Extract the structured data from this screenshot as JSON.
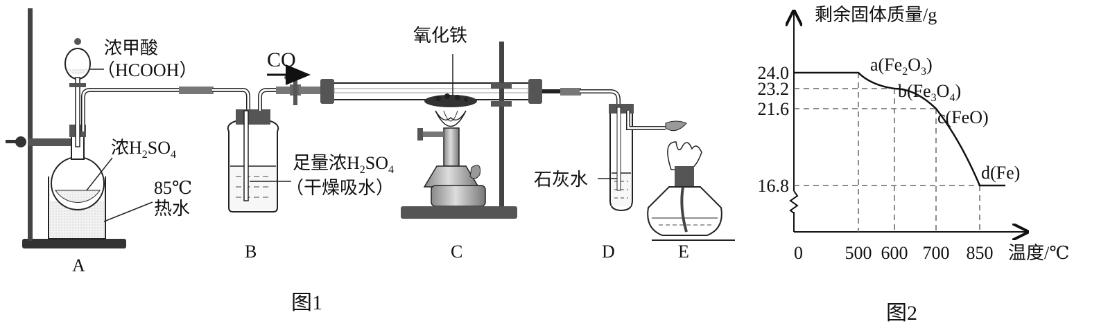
{
  "figure1": {
    "caption": "图1",
    "labels": {
      "formic_acid": "浓甲酸",
      "formic_formula": "（HCOOH）",
      "conc_h2so4_flask_prefix": "浓H",
      "conc_h2so4_flask_sub1": "2",
      "conc_h2so4_flask_mid": "SO",
      "conc_h2so4_flask_sub2": "4",
      "temp": "85℃",
      "hot_water": "热水",
      "co": "CO",
      "iron_oxide": "氧化铁",
      "excess_h2so4_prefix": "足量浓H",
      "excess_h2so4_sub1": "2",
      "excess_h2so4_mid": "SO",
      "excess_h2so4_sub2": "4",
      "dry_absorb": "（干燥吸水）",
      "limewater": "石灰水"
    },
    "apparatus": [
      "A",
      "B",
      "C",
      "D",
      "E"
    ]
  },
  "figure2": {
    "caption": "图2",
    "ylabel": "剩余固体质量/g",
    "xlabel": "温度/℃",
    "origin": "0",
    "points": [
      {
        "label": "a(Fe",
        "sub1": "2",
        "mid": "O",
        "sub2": "3",
        "end": ")"
      },
      {
        "label": "b(Fe",
        "sub1": "3",
        "mid": "O",
        "sub2": "4",
        "end": ")"
      },
      {
        "label": "c(FeO)",
        "sub1": "",
        "mid": "",
        "sub2": "",
        "end": ""
      },
      {
        "label": "d(Fe)",
        "sub1": "",
        "mid": "",
        "sub2": "",
        "end": ""
      }
    ]
  },
  "chart_data": {
    "type": "line",
    "xlabel": "温度/℃",
    "ylabel": "剩余固体质量/g",
    "x_ticks": [
      "500",
      "600",
      "700",
      "850"
    ],
    "y_ticks": [
      "24.0",
      "23.2",
      "21.6",
      "16.8"
    ],
    "series": [
      {
        "x": [
          400,
          500,
          600,
          700,
          850,
          900
        ],
        "y": [
          24.0,
          24.0,
          23.2,
          21.6,
          16.8,
          16.8
        ]
      }
    ],
    "axis_break": true
  }
}
